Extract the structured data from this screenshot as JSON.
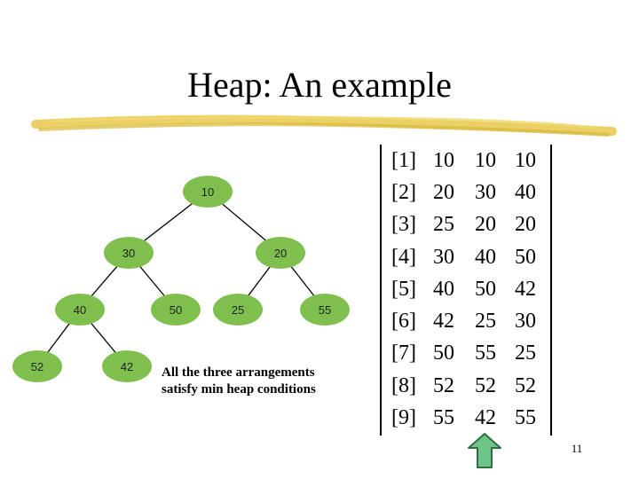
{
  "slide": {
    "title": "Heap: An example",
    "caption_line1": "All the three arrangements",
    "caption_line2": "satisfy min heap conditions",
    "page_number": "11"
  },
  "colors": {
    "node_fill": "#7fbf4d",
    "underline": "#e6c84a",
    "arrow_fill": "#6fc48a",
    "arrow_stroke": "#2f6f3f"
  },
  "tree": {
    "nodes": [
      {
        "id": "n1",
        "label": "10"
      },
      {
        "id": "n2",
        "label": "30"
      },
      {
        "id": "n3",
        "label": "20"
      },
      {
        "id": "n4",
        "label": "40"
      },
      {
        "id": "n5",
        "label": "50"
      },
      {
        "id": "n6",
        "label": "25"
      },
      {
        "id": "n7",
        "label": "55"
      },
      {
        "id": "n8",
        "label": "52"
      },
      {
        "id": "n9",
        "label": "42"
      }
    ]
  },
  "array": {
    "rows": [
      {
        "index": "[1]",
        "values": [
          "10",
          "10",
          "10"
        ]
      },
      {
        "index": "[2]",
        "values": [
          "20",
          "30",
          "40"
        ]
      },
      {
        "index": "[3]",
        "values": [
          "25",
          "20",
          "20"
        ]
      },
      {
        "index": "[4]",
        "values": [
          "30",
          "40",
          "50"
        ]
      },
      {
        "index": "[5]",
        "values": [
          "40",
          "50",
          "42"
        ]
      },
      {
        "index": "[6]",
        "values": [
          "42",
          "25",
          "30"
        ]
      },
      {
        "index": "[7]",
        "values": [
          "50",
          "55",
          "25"
        ]
      },
      {
        "index": "[8]",
        "values": [
          "52",
          "52",
          "52"
        ]
      },
      {
        "index": "[9]",
        "values": [
          "55",
          "42",
          "55"
        ]
      }
    ]
  }
}
